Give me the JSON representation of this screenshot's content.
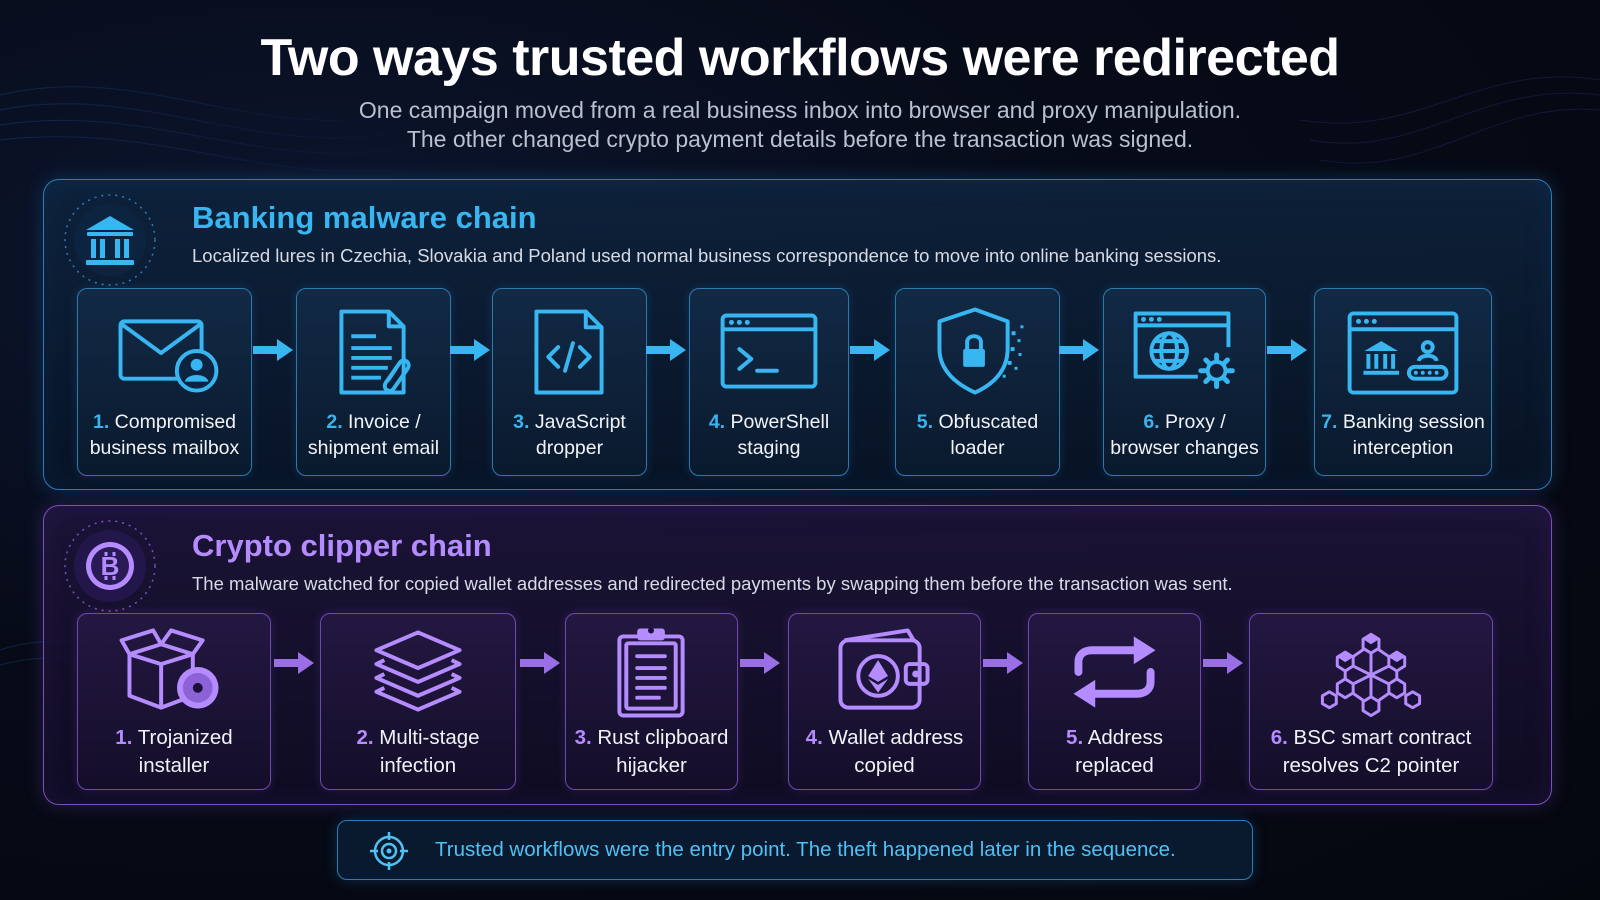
{
  "header": {
    "title": "Two ways trusted workflows were redirected",
    "subtitle_line1": "One campaign moved from a real business inbox into browser and proxy manipulation.",
    "subtitle_line2": "The other changed crypto payment details before the transaction was signed."
  },
  "banking": {
    "title": "Banking malware chain",
    "description": "Localized lures in Czechia, Slovakia and Poland used normal business correspondence to move into online banking sessions.",
    "icon": "bank-icon",
    "accent_color": "#37b6f2",
    "steps": [
      {
        "num": "1.",
        "line1": "Compromised",
        "line2": "business mailbox",
        "icon": "mail-user-icon"
      },
      {
        "num": "2.",
        "line1": "Invoice /",
        "line2": "shipment email",
        "icon": "document-clip-icon"
      },
      {
        "num": "3.",
        "line1": "JavaScript",
        "line2": "dropper",
        "icon": "code-file-icon"
      },
      {
        "num": "4.",
        "line1": "PowerShell",
        "line2": "staging",
        "icon": "terminal-icon"
      },
      {
        "num": "5.",
        "line1": "Obfuscated",
        "line2": "loader",
        "icon": "shield-lock-icon"
      },
      {
        "num": "6.",
        "line1": "Proxy /",
        "line2": "browser changes",
        "icon": "browser-globe-gear-icon"
      },
      {
        "num": "7.",
        "line1": "Banking session",
        "line2": "interception",
        "icon": "browser-bank-login-icon"
      }
    ]
  },
  "crypto": {
    "title": "Crypto clipper chain",
    "description": "The malware watched for copied wallet addresses and redirected payments by swapping them before the transaction was sent.",
    "icon": "bitcoin-icon",
    "accent_color": "#b58cff",
    "steps": [
      {
        "num": "1.",
        "line1": "Trojanized",
        "line2": "installer",
        "icon": "box-disc-icon"
      },
      {
        "num": "2.",
        "line1": "Multi-stage",
        "line2": "infection",
        "icon": "layers-icon"
      },
      {
        "num": "3.",
        "line1": "Rust clipboard",
        "line2": "hijacker",
        "icon": "clipboard-icon"
      },
      {
        "num": "4.",
        "line1": "Wallet address",
        "line2": "copied",
        "icon": "wallet-eth-icon"
      },
      {
        "num": "5.",
        "line1": "Address",
        "line2": "replaced",
        "icon": "swap-arrows-icon"
      },
      {
        "num": "6.",
        "line1": "BSC smart contract",
        "line2": "resolves C2 pointer",
        "icon": "cube-network-icon"
      }
    ]
  },
  "footer": {
    "text": "Trusted workflows were the entry point. The theft happened later in the sequence.",
    "icon": "target-icon",
    "color": "#4fc1f5"
  }
}
